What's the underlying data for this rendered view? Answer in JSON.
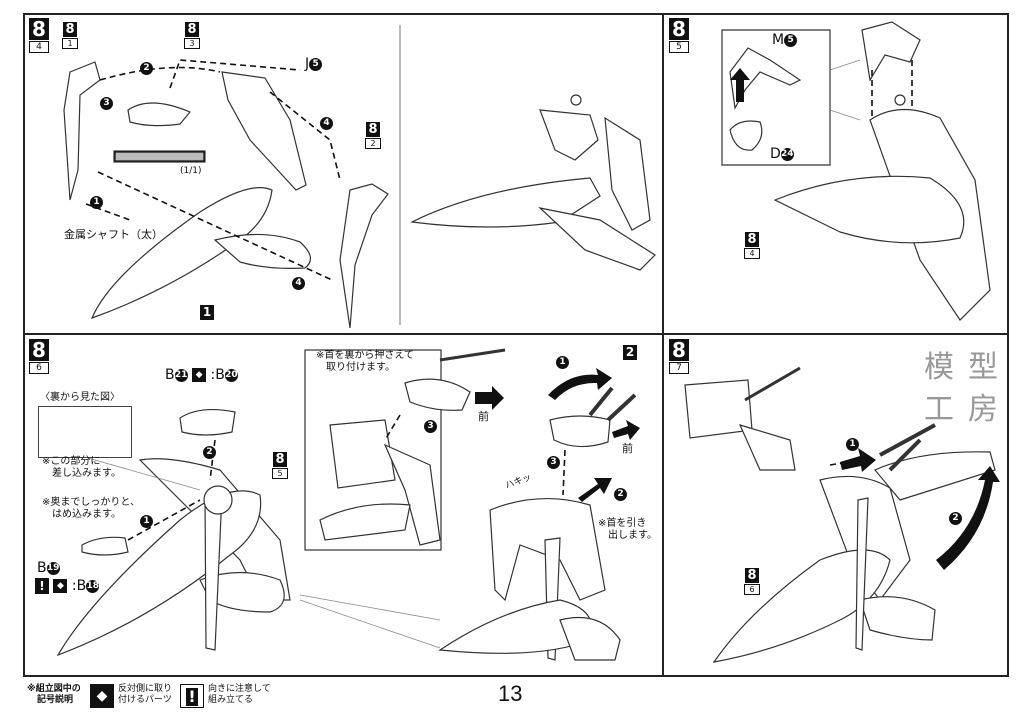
{
  "page_number": "13",
  "watermark": {
    "line1": "模型",
    "line2": "工房"
  },
  "panel_a": {
    "step": "8",
    "sub": "4",
    "refs": [
      {
        "n": "8",
        "s": "1"
      },
      {
        "n": "8",
        "s": "3"
      },
      {
        "n": "8",
        "s": "2"
      }
    ],
    "part_j": "J",
    "part_j_num": "5",
    "shaft_label": "金属シャフト（太）",
    "scale_label": "(1/1)",
    "part_1": "1",
    "arrows": [
      "1",
      "2",
      "3",
      "4",
      "4"
    ]
  },
  "panel_b": {},
  "panel_c": {
    "step": "8",
    "sub": "5",
    "part_m": "M",
    "part_m_num": "5",
    "part_d": "D",
    "part_d_num": "24",
    "ref": {
      "n": "8",
      "s": "4"
    }
  },
  "panel_d": {
    "step": "8",
    "sub": "6",
    "b_left": "B",
    "b_left_num": "21",
    "b_right": "B",
    "b_right_num": "20",
    "back_view": "〈裏から見た図〉",
    "insert_note_1": "※この部分に",
    "insert_note_2": "差し込みます。",
    "firm_note_1": "※奥までしっかりと、",
    "firm_note_2": "はめ込みます。",
    "b19": "B",
    "b19_num": "19",
    "b18": "B",
    "b18_num": "18",
    "ref": {
      "n": "8",
      "s": "5"
    },
    "arrows": [
      "1",
      "2"
    ]
  },
  "panel_e": {
    "press_note_1": "※首を裏から押さえて",
    "press_note_2": "取り付けます。",
    "front_1": "前",
    "front_2": "前",
    "pull_note_1": "※首を引き",
    "pull_note_2": "出します。",
    "hakki": "ハキッ",
    "part_2": "2",
    "arrows": [
      "1",
      "2",
      "3",
      "3"
    ]
  },
  "panel_f": {
    "step": "8",
    "sub": "7",
    "ref": {
      "n": "8",
      "s": "6"
    },
    "arrows": [
      "1",
      "2"
    ]
  },
  "legend": {
    "title_1": "※組立図中の",
    "title_2": "記号説明",
    "opp_1": "反対側に取り",
    "opp_2": "付けるパーツ",
    "dir_1": "向きに注意して",
    "dir_2": "組み立てる"
  },
  "colors": {
    "ink": "#111111",
    "line": "#222222",
    "watermark": "#999999"
  }
}
